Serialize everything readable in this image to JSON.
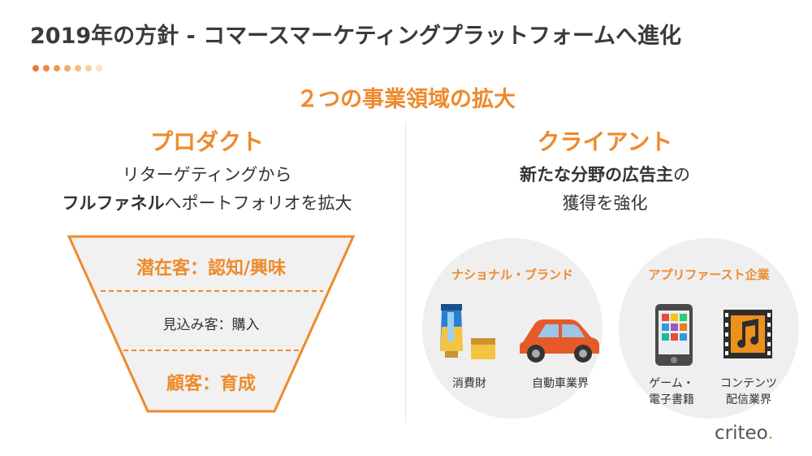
{
  "slide": {
    "title": "2019年の方針 - コマースマーケティングプラットフォームへ進化",
    "headline": "２つの事業領域の拡大",
    "dot_colors": [
      "#e8773a",
      "#ec8a3f",
      "#ef9c4d",
      "#f2ae63",
      "#f5c07e",
      "#f7d19c",
      "#f9e2bf"
    ]
  },
  "product": {
    "title": "プロダクト",
    "desc_line1": "リターゲティングから",
    "desc_line2_bold": "フルファネル",
    "desc_line2_rest": "へポートフォリオを拡大",
    "funnel": {
      "top": "潜在客：認知/興味",
      "middle": "見込み客：購入",
      "bottom": "顧客：育成"
    }
  },
  "client": {
    "title": "クライアント",
    "desc_line1_bold": "新たな分野の広告主",
    "desc_line1_rest": "の",
    "desc_line2": "獲得を強化",
    "groups": [
      {
        "name": "ナショナル・ブランド",
        "items": [
          {
            "label": "消費財",
            "icon": "cosmetics-icon"
          },
          {
            "label": "自動車業界",
            "icon": "car-icon"
          }
        ]
      },
      {
        "name": "アプリファースト企業",
        "items": [
          {
            "label": "ゲーム・\n電子書籍",
            "icon": "smartphone-icon"
          },
          {
            "label": "コンテンツ\n配信業界",
            "icon": "film-music-icon"
          }
        ]
      }
    ]
  },
  "logo": {
    "text": "criteo",
    "mark": "."
  },
  "colors": {
    "accent": "#ee8a2c",
    "text": "#333333"
  }
}
